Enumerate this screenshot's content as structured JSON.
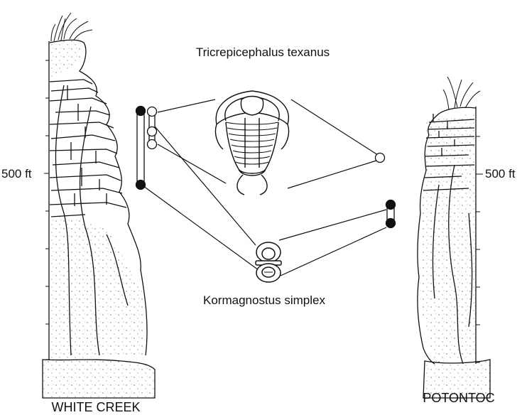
{
  "labels": {
    "species_top": "Tricrepicephalus  texanus",
    "species_bottom": "Kormagnostus simplex",
    "height_left": "500 ft",
    "height_right": "500 ft",
    "section_left": "WHITE CREEK",
    "section_right": "POTONTOC"
  },
  "legend_colors": {
    "ink": "#111111",
    "open_circle": "#ffffff",
    "filled_circle": "#111111"
  }
}
